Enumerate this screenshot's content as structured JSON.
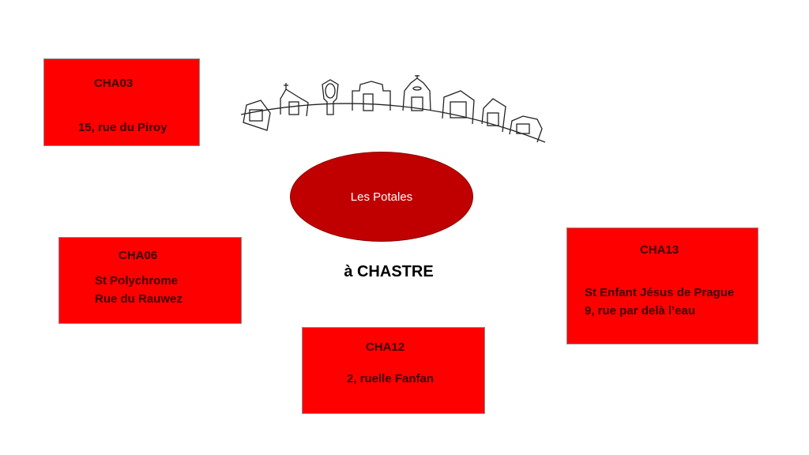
{
  "center": {
    "label": "Les Potales"
  },
  "title": "à CHASTRE",
  "boxes": [
    {
      "code": "CHA03",
      "lines": [
        "15, rue du Piroy"
      ]
    },
    {
      "code": "CHA06",
      "lines": [
        "St Polychrome",
        "Rue du Rauwez"
      ]
    },
    {
      "code": "CHA12",
      "lines": [
        "2, ruelle Fanfan"
      ]
    },
    {
      "code": "CHA13",
      "lines": [
        "St Enfant Jésus de Prague",
        "9, rue par delà l’eau"
      ]
    }
  ],
  "colors": {
    "box": "#ff0000",
    "ellipse": "#c00000",
    "text": "#3c0000"
  }
}
